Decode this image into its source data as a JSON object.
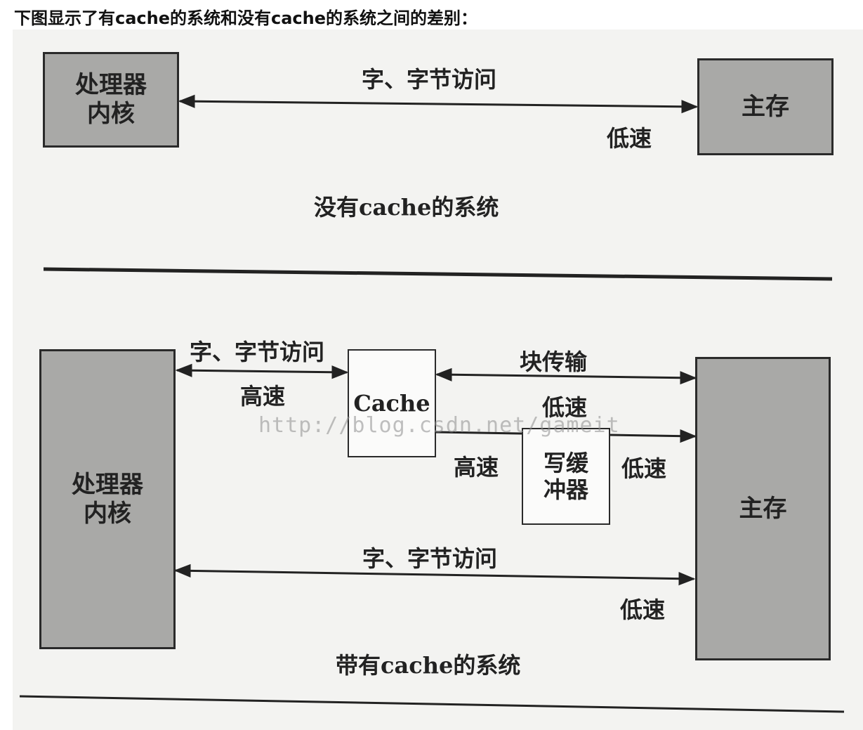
{
  "heading": "下图显示了有cache的系统和没有cache的系统之间的差别：",
  "top_diagram": {
    "processor_label": "处理器\n内核",
    "memory_label": "主存",
    "access_label": "字、字节访问",
    "speed_label": "低速",
    "caption": "没有cache的系统"
  },
  "bottom_diagram": {
    "processor_label": "处理器\n内核",
    "memory_label": "主存",
    "cache_label": "Cache",
    "write_buffer_label": "写缓\n冲器",
    "proc_cache_access_label": "字、字节访问",
    "proc_cache_speed_label": "高速",
    "block_transfer_label": "块传输",
    "cache_mem_speed_label": "低速",
    "cache_wb_speed_label": "高速",
    "wb_mem_speed_label": "低速",
    "direct_access_label": "字、字节访问",
    "direct_speed_label": "低速",
    "caption": "带有cache的系统"
  },
  "watermark": "http://blog.csdn.net/gameit"
}
